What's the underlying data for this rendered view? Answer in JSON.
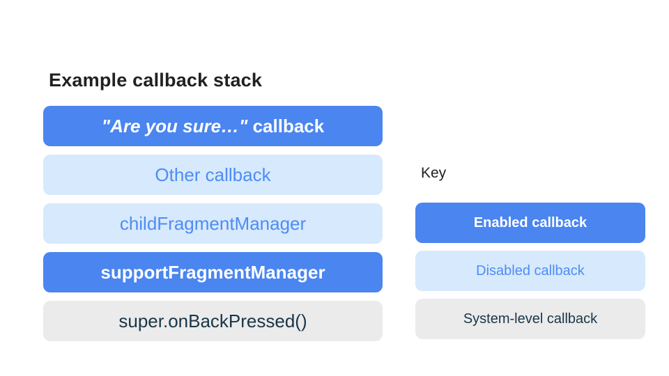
{
  "title": "Example callback stack",
  "key_label": "Key",
  "colors": {
    "bg": "#ffffff",
    "ink": "#202124",
    "blue": "#4a85f0",
    "lightblue": "#d7e9fc",
    "bluetext": "#4e8cf5",
    "gray": "#eaebea",
    "dark": "#1a3548"
  },
  "stack": [
    {
      "label_quote": "\"Are you sure…\"",
      "label_rest": " callback",
      "state": "enabled"
    },
    {
      "label": "Other callback",
      "state": "disabled"
    },
    {
      "label": "childFragmentManager",
      "state": "disabled"
    },
    {
      "label": "supportFragmentManager",
      "state": "enabled"
    },
    {
      "label": "super.onBackPressed()",
      "state": "system"
    }
  ],
  "key": [
    {
      "label": "Enabled callback",
      "state": "enabled"
    },
    {
      "label": "Disabled callback",
      "state": "disabled"
    },
    {
      "label": "System-level callback",
      "state": "system"
    }
  ]
}
